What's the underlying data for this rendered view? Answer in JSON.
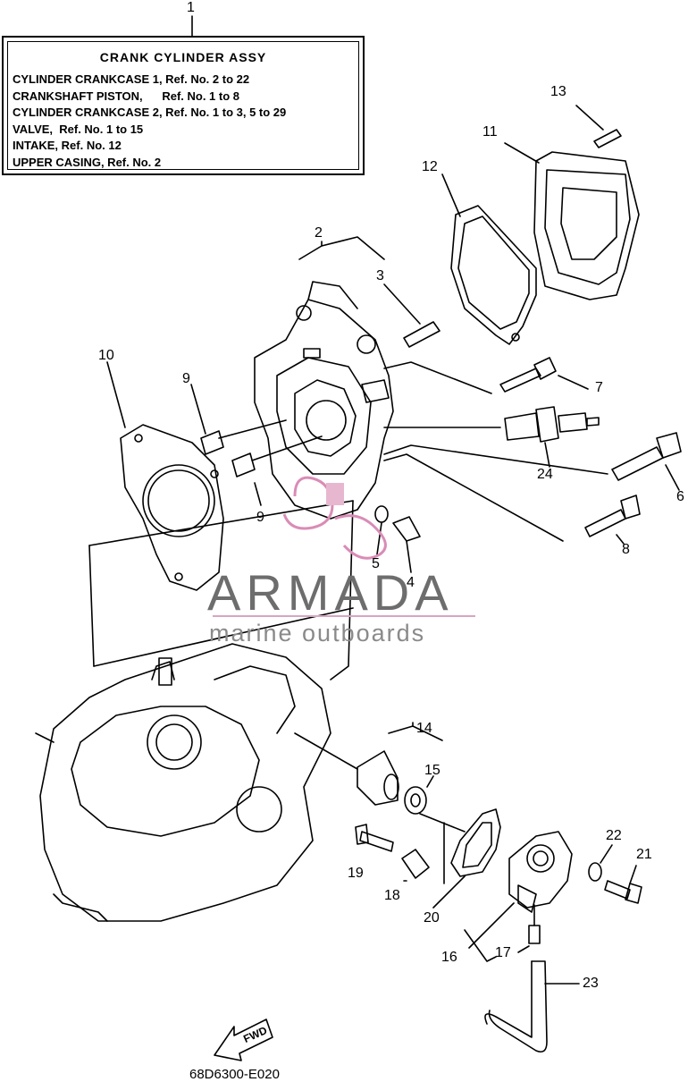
{
  "assembly_box": {
    "ref": "1",
    "title": "CRANK CYLINDER ASSY",
    "lines": [
      "CYLINDER CRANKCASE 1, Ref. No. 2 to 22",
      "CRANKSHAFT PISTON,      Ref. No. 1 to 8",
      "CYLINDER CRANKCASE 2, Ref. No. 1 to 3, 5 to 29",
      "VALVE,  Ref. No. 1 to 15",
      "INTAKE, Ref. No. 12",
      "UPPER CASING, Ref. No. 2"
    ]
  },
  "callouts": {
    "c2": "2",
    "c3": "3",
    "c4": "4",
    "c5": "5",
    "c6": "6",
    "c7": "7",
    "c8": "8",
    "c9a": "9",
    "c9b": "9",
    "c10": "10",
    "c11": "11",
    "c12": "12",
    "c13": "13",
    "c14": "14",
    "c15": "15",
    "c16": "16",
    "c17": "17",
    "c18": "18",
    "c19": "19",
    "c20": "20",
    "c21": "21",
    "c22": "22",
    "c23": "23",
    "c24": "24"
  },
  "fwd_label": "FWD",
  "diagram_code": "68D6300-E020",
  "watermark": {
    "brand": "ARMADA",
    "tagline": "marine outboards",
    "accent_color": "#d98cb6"
  }
}
